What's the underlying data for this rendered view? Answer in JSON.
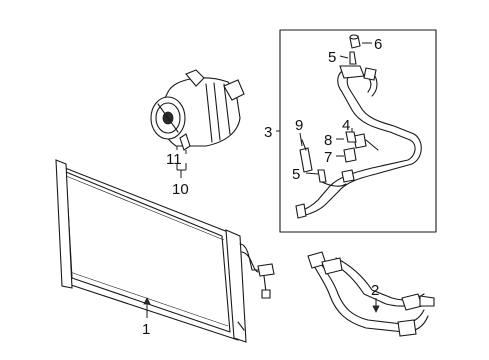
{
  "callouts": {
    "c1": "1",
    "c2": "2",
    "c3": "3",
    "c4": "4",
    "c5a": "5",
    "c5b": "5",
    "c6": "6",
    "c7": "7",
    "c8": "8",
    "c9": "9",
    "c10": "10",
    "c11": "11"
  }
}
